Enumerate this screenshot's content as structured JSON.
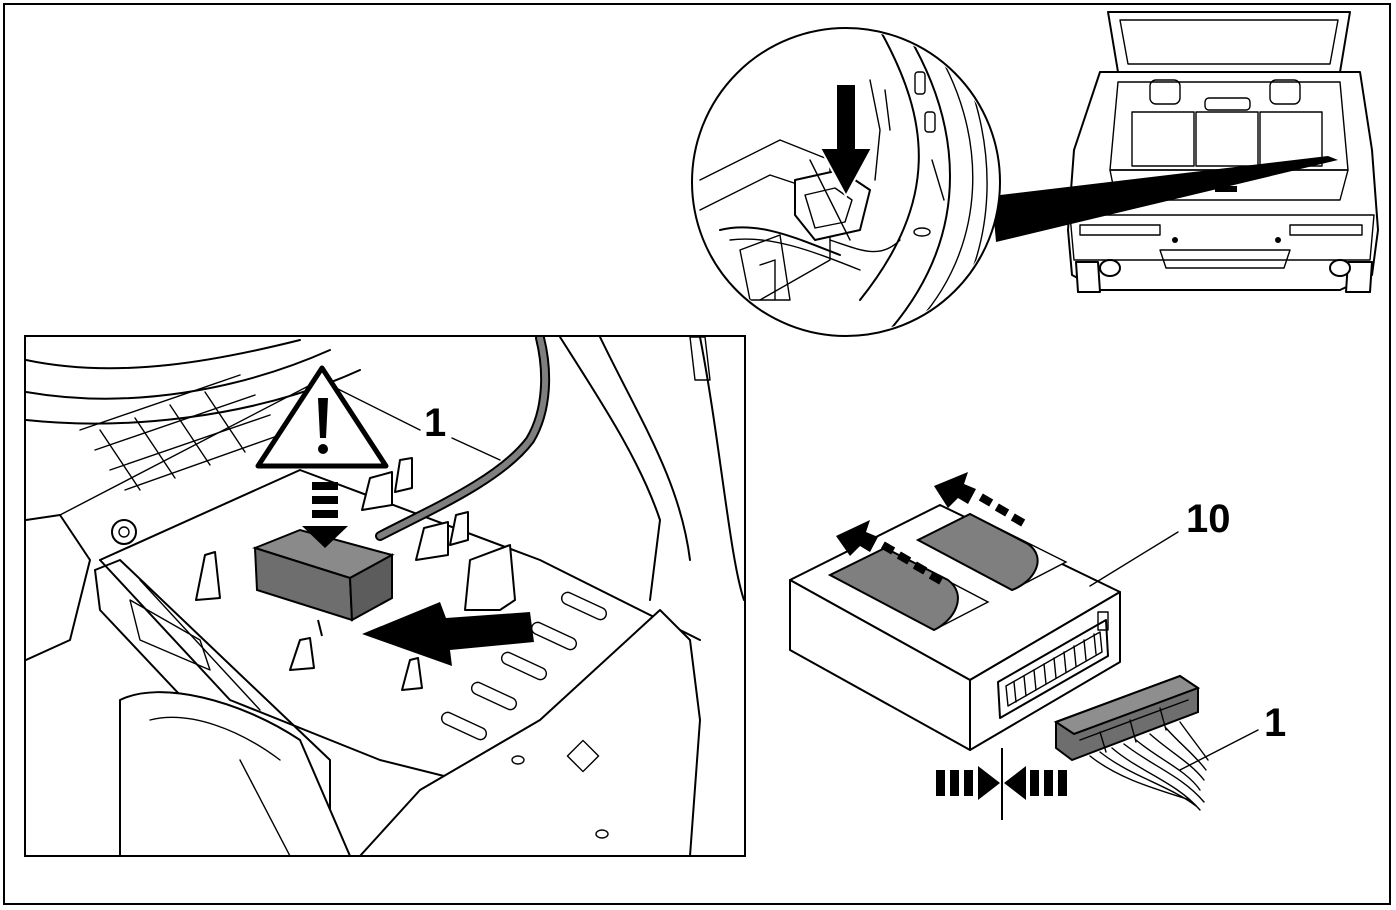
{
  "callouts": {
    "main_connector": "1",
    "module": "10",
    "module_connector": "1"
  },
  "icons": [
    "warning-triangle-icon",
    "insert-arrow-icon",
    "push-together-icon"
  ],
  "colors": {
    "line": "#000000",
    "module_shading": "#6e6e6e",
    "pad_shading": "#7f7f7f",
    "background": "#ffffff"
  }
}
